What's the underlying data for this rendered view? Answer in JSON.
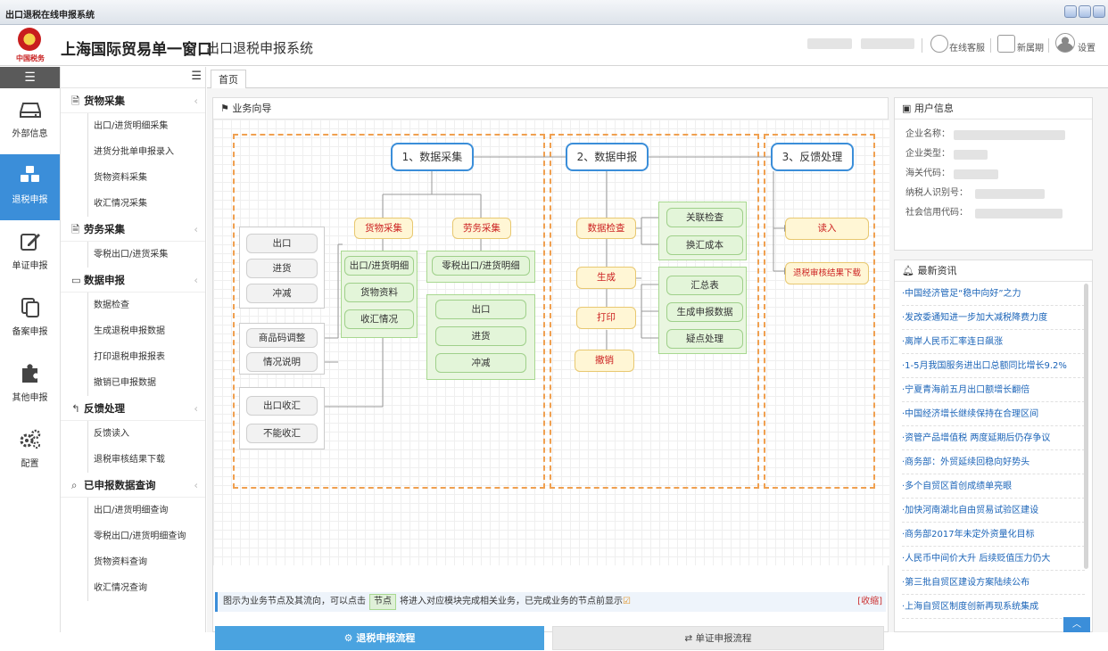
{
  "window": {
    "title": "出口退税在线申报系统"
  },
  "header": {
    "emblem_text": "中国税务",
    "brand": "上海国际贸易单一窗口",
    "system": "出口退税申报系统",
    "online_service": "在线客服",
    "new_period": "新属期",
    "settings": "设置"
  },
  "leftnav": {
    "menu_glyph": "☰",
    "items": [
      {
        "label": "外部信息",
        "icon": "hdd-icon"
      },
      {
        "label": "退税申报",
        "icon": "cubes-icon"
      },
      {
        "label": "单证申报",
        "icon": "edit-icon"
      },
      {
        "label": "备案申报",
        "icon": "copy-icon"
      },
      {
        "label": "其他申报",
        "icon": "puzzle-icon"
      },
      {
        "label": "配置",
        "icon": "gears-icon"
      }
    ]
  },
  "submenu": {
    "groups": [
      {
        "title": "货物采集",
        "items": [
          "出口/进货明细采集",
          "进货分批单申报录入",
          "货物资料采集",
          "收汇情况采集"
        ]
      },
      {
        "title": "劳务采集",
        "items": [
          "零税出口/进货采集"
        ]
      },
      {
        "title": "数据申报",
        "items": [
          "数据检查",
          "生成退税申报数据",
          "打印退税申报报表",
          "撤销已申报数据"
        ]
      },
      {
        "title": "反馈处理",
        "items": [
          "反馈读入",
          "退税审核结果下载"
        ]
      },
      {
        "title": "已申报数据查询",
        "items": [
          "出口/进货明细查询",
          "零税出口/进货明细查询",
          "货物资料查询",
          "收汇情况查询"
        ]
      }
    ]
  },
  "tabs": {
    "home": "首页"
  },
  "wizard": {
    "title": "业务向导",
    "steps": [
      "1、数据采集",
      "2、数据申报",
      "3、反馈处理"
    ],
    "nodes": {
      "goods": "货物采集",
      "labor": "劳务采集",
      "g_detail": "出口/进货明细",
      "g_info": "货物资料",
      "g_recv": "收汇情况",
      "left_out": "出口",
      "left_in": "进货",
      "left_offset": "冲减",
      "hs_adjust": "商品码调整",
      "desc": "情况说明",
      "fx_recv": "出口收汇",
      "no_recv": "不能收汇",
      "l_detail": "零税出口/进货明细",
      "l_out": "出口",
      "l_in": "进货",
      "l_offset": "冲减",
      "check": "数据检查",
      "rel_check": "关联检查",
      "fx_cost": "换汇成本",
      "gen": "生成",
      "summary": "汇总表",
      "gen_data": "生成申报数据",
      "doubt": "疑点处理",
      "print": "打印",
      "revoke": "撤销",
      "read_in": "读入",
      "result_dl": "退税审核结果下载"
    },
    "notice": {
      "before": "图示为业务节点及其流向，可以点击",
      "tag": "节点",
      "after": "将进入对应模块完成相关业务，已完成业务的节点前显示",
      "check": "☑",
      "close": "[收缩]"
    },
    "btn_flow": "⚙ 退税申报流程",
    "btn_single": "⇄ 单证申报流程"
  },
  "user_panel": {
    "title": "用户信息",
    "rows": [
      "企业名称：",
      "企业类型：",
      "海关代码：",
      "纳税人识别号：",
      "社会信用代码："
    ]
  },
  "news_panel": {
    "title": "最新资讯",
    "items": [
      "·中国经济管足“稳中向好”之力",
      "·发改委通知进一步加大减税降费力度",
      "·离岸人民币汇率连日飙涨",
      "·1-5月我国服务进出口总额同比增长9.2%",
      "·宁夏青海前五月出口额增长翻倍",
      "·中国经济增长继续保持在合理区间",
      "·资管产品增值税 两度延期后仍存争议",
      "·商务部：外贸延续回稳向好势头",
      "·多个自贸区首创成绩单亮眼",
      "·加快河南湖北自由贸易试验区建设",
      "·商务部2017年未定外资量化目标",
      "·人民币中间价大升 后续贬值压力仍大",
      "·第三批自贸区建设方案陆续公布",
      "·上海自贸区制度创新再现系统集成"
    ]
  },
  "totop": "︿"
}
